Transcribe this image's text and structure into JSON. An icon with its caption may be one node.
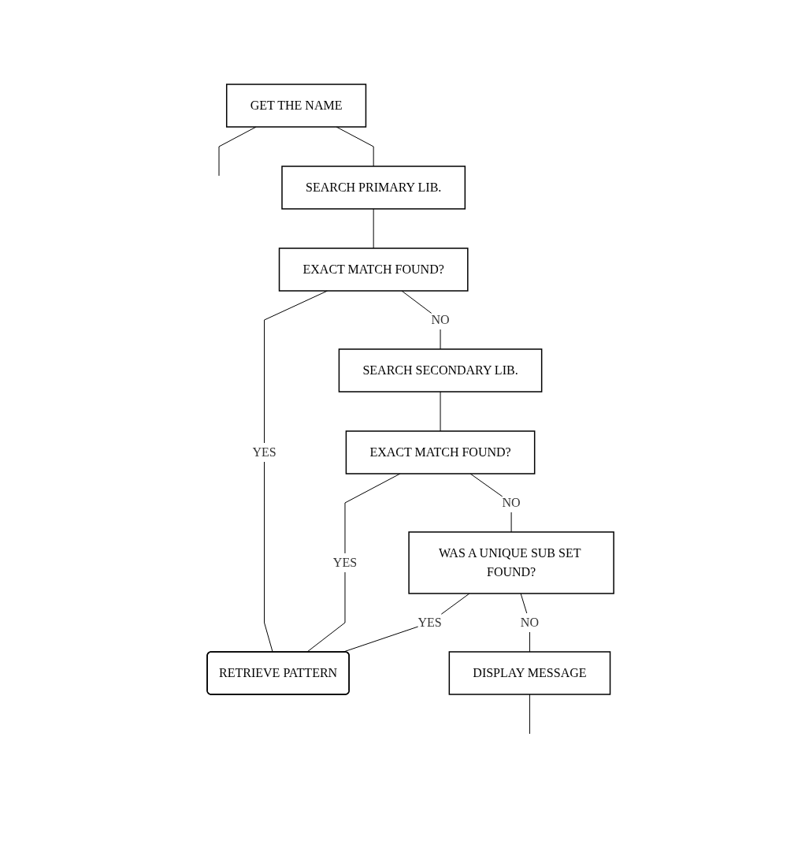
{
  "diagram": {
    "nodes": [
      {
        "text": [
          "GET THE NAME"
        ]
      },
      {
        "text": [
          "SEARCH PRIMARY LIB."
        ]
      },
      {
        "text": [
          "EXACT MATCH FOUND?"
        ]
      },
      {
        "text": [
          "SEARCH SECONDARY LIB."
        ]
      },
      {
        "text": [
          "EXACT MATCH FOUND?"
        ]
      },
      {
        "text": [
          "WAS A UNIQUE SUB SET FOUND?"
        ]
      },
      {
        "text": [
          "RETRIEVE PATTERN"
        ]
      },
      {
        "text": [
          "DISPLAY MESSAGE"
        ]
      }
    ],
    "edges": [
      {
        "from": 0,
        "to": null,
        "arrow": "none"
      },
      {
        "from": 0,
        "to": 1,
        "arrow": "none"
      },
      {
        "from": 1,
        "to": 2,
        "arrow": "none"
      },
      {
        "from": 2,
        "to": 6,
        "label": "YES",
        "arrow": "none"
      },
      {
        "from": 2,
        "to": 3,
        "label": "NO",
        "arrow": "none"
      },
      {
        "from": 3,
        "to": 4,
        "arrow": "none"
      },
      {
        "from": 4,
        "to": 6,
        "label": "YES",
        "arrow": "none"
      },
      {
        "from": 4,
        "to": 5,
        "label": "NO",
        "arrow": "none"
      },
      {
        "from": 5,
        "to": 6,
        "label": "YES",
        "arrow": "none"
      },
      {
        "from": 5,
        "to": 7,
        "label": "NO",
        "arrow": "none"
      },
      {
        "from": 7,
        "to": null,
        "arrow": "none"
      }
    ]
  }
}
